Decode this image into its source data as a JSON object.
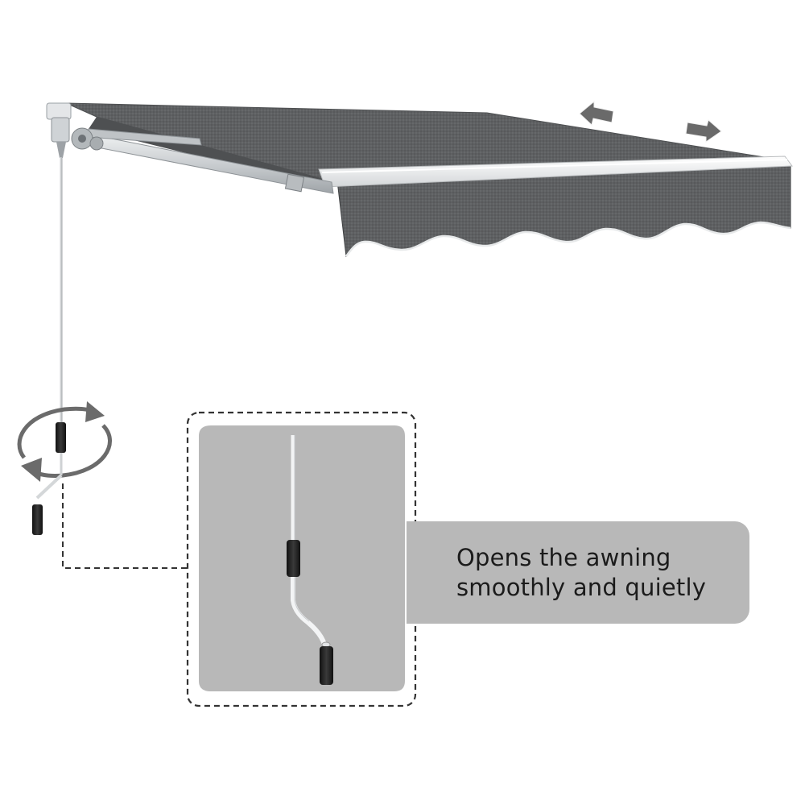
{
  "product": "retractable awning with manual crank handle",
  "caption": {
    "line1": "Opens the awning",
    "line2": "smoothly and quietly"
  },
  "colors": {
    "fabric": "#5f6163",
    "fabric_dark": "#4b4d4f",
    "frame": "#d7dadc",
    "panel": "#b8b8b8",
    "handle_grip": "#222222",
    "arrow": "#666666"
  },
  "icons": {
    "extend_arrows": "double-arrow-left-right-icon",
    "rotate_arrows": "rotate-circular-arrows-icon",
    "crank": "crank-handle-icon"
  }
}
